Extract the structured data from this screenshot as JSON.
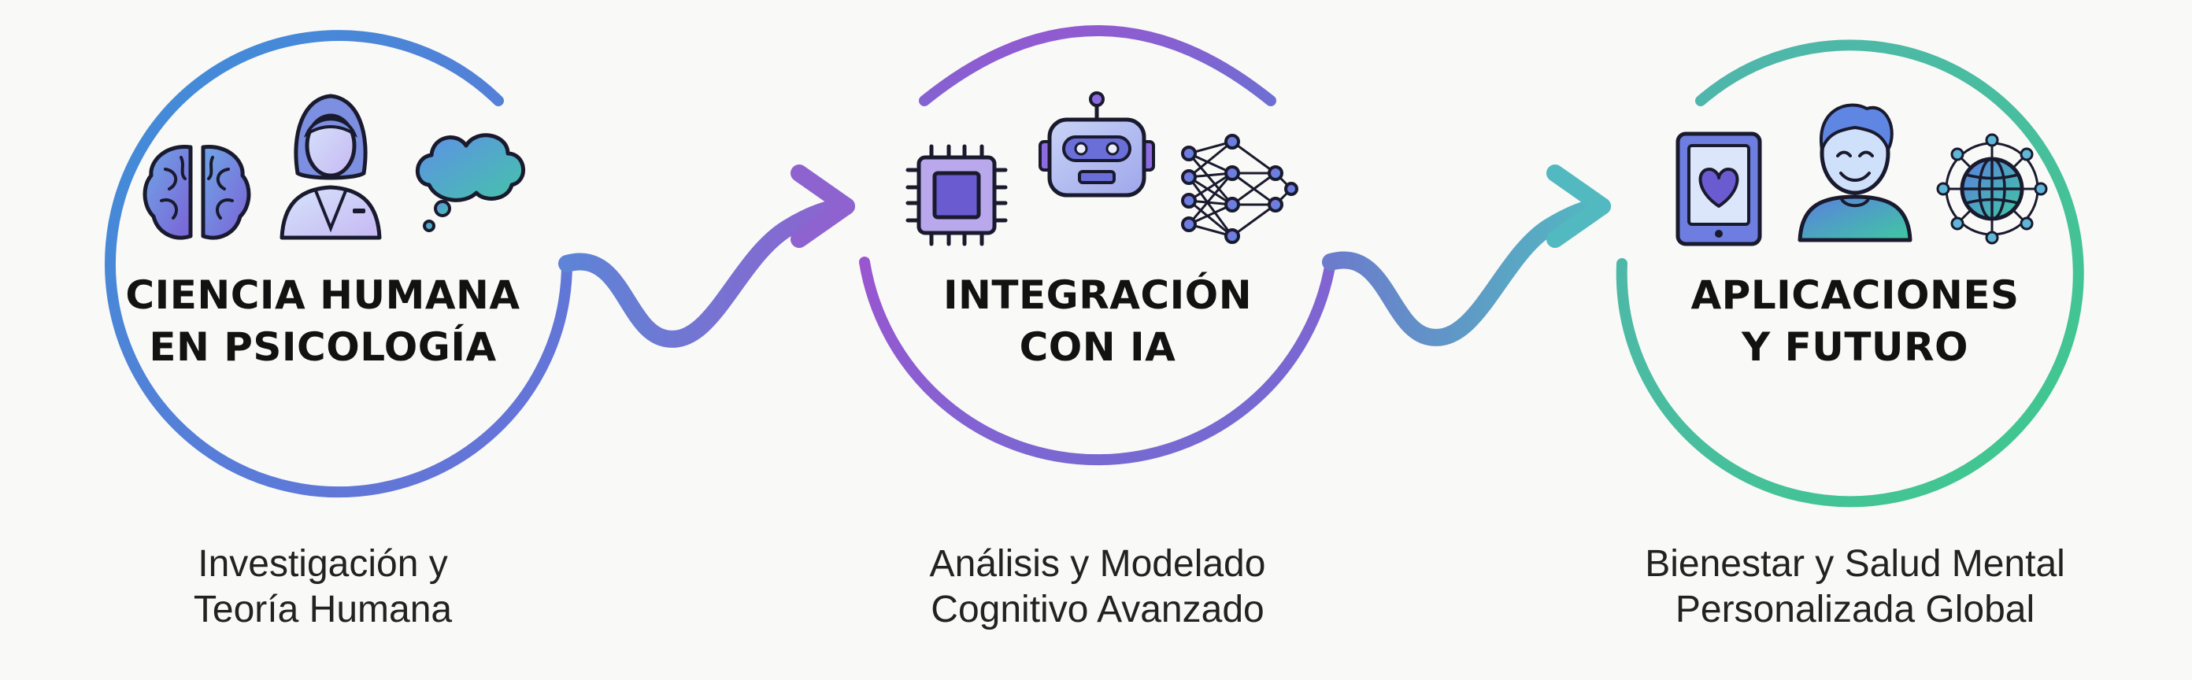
{
  "diagram": {
    "stages": [
      {
        "title_lines": [
          "CIENCIA HUMANA",
          "EN PSICOLOGÍA"
        ],
        "subtitle_lines": [
          "Investigación y",
          "Teoría Humana"
        ],
        "icons": [
          "brain-icon",
          "psychologist-icon",
          "thought-cloud-icon"
        ],
        "ring_colors": [
          "#3d8fd8",
          "#6b70d8"
        ]
      },
      {
        "title_lines": [
          "INTEGRACIÓN",
          "CON IA"
        ],
        "subtitle_lines": [
          "Análisis y Modelado",
          "Cognitivo Avanzado"
        ],
        "icons": [
          "cpu-chip-icon",
          "robot-icon",
          "neural-network-icon"
        ],
        "ring_colors": [
          "#9a55d0",
          "#6d6fd3"
        ]
      },
      {
        "title_lines": [
          "APLICACIONES",
          "Y FUTURO"
        ],
        "subtitle_lines": [
          "Bienestar y Salud Mental",
          "Personalizada Global"
        ],
        "icons": [
          "tablet-heart-icon",
          "smiling-person-icon",
          "global-network-icon"
        ],
        "ring_colors": [
          "#52b3b0",
          "#3ec98c"
        ]
      }
    ],
    "connector_colors": [
      [
        "#5d84d6",
        "#8e63cf"
      ],
      [
        "#6b7ccc",
        "#52b9c0"
      ]
    ]
  }
}
